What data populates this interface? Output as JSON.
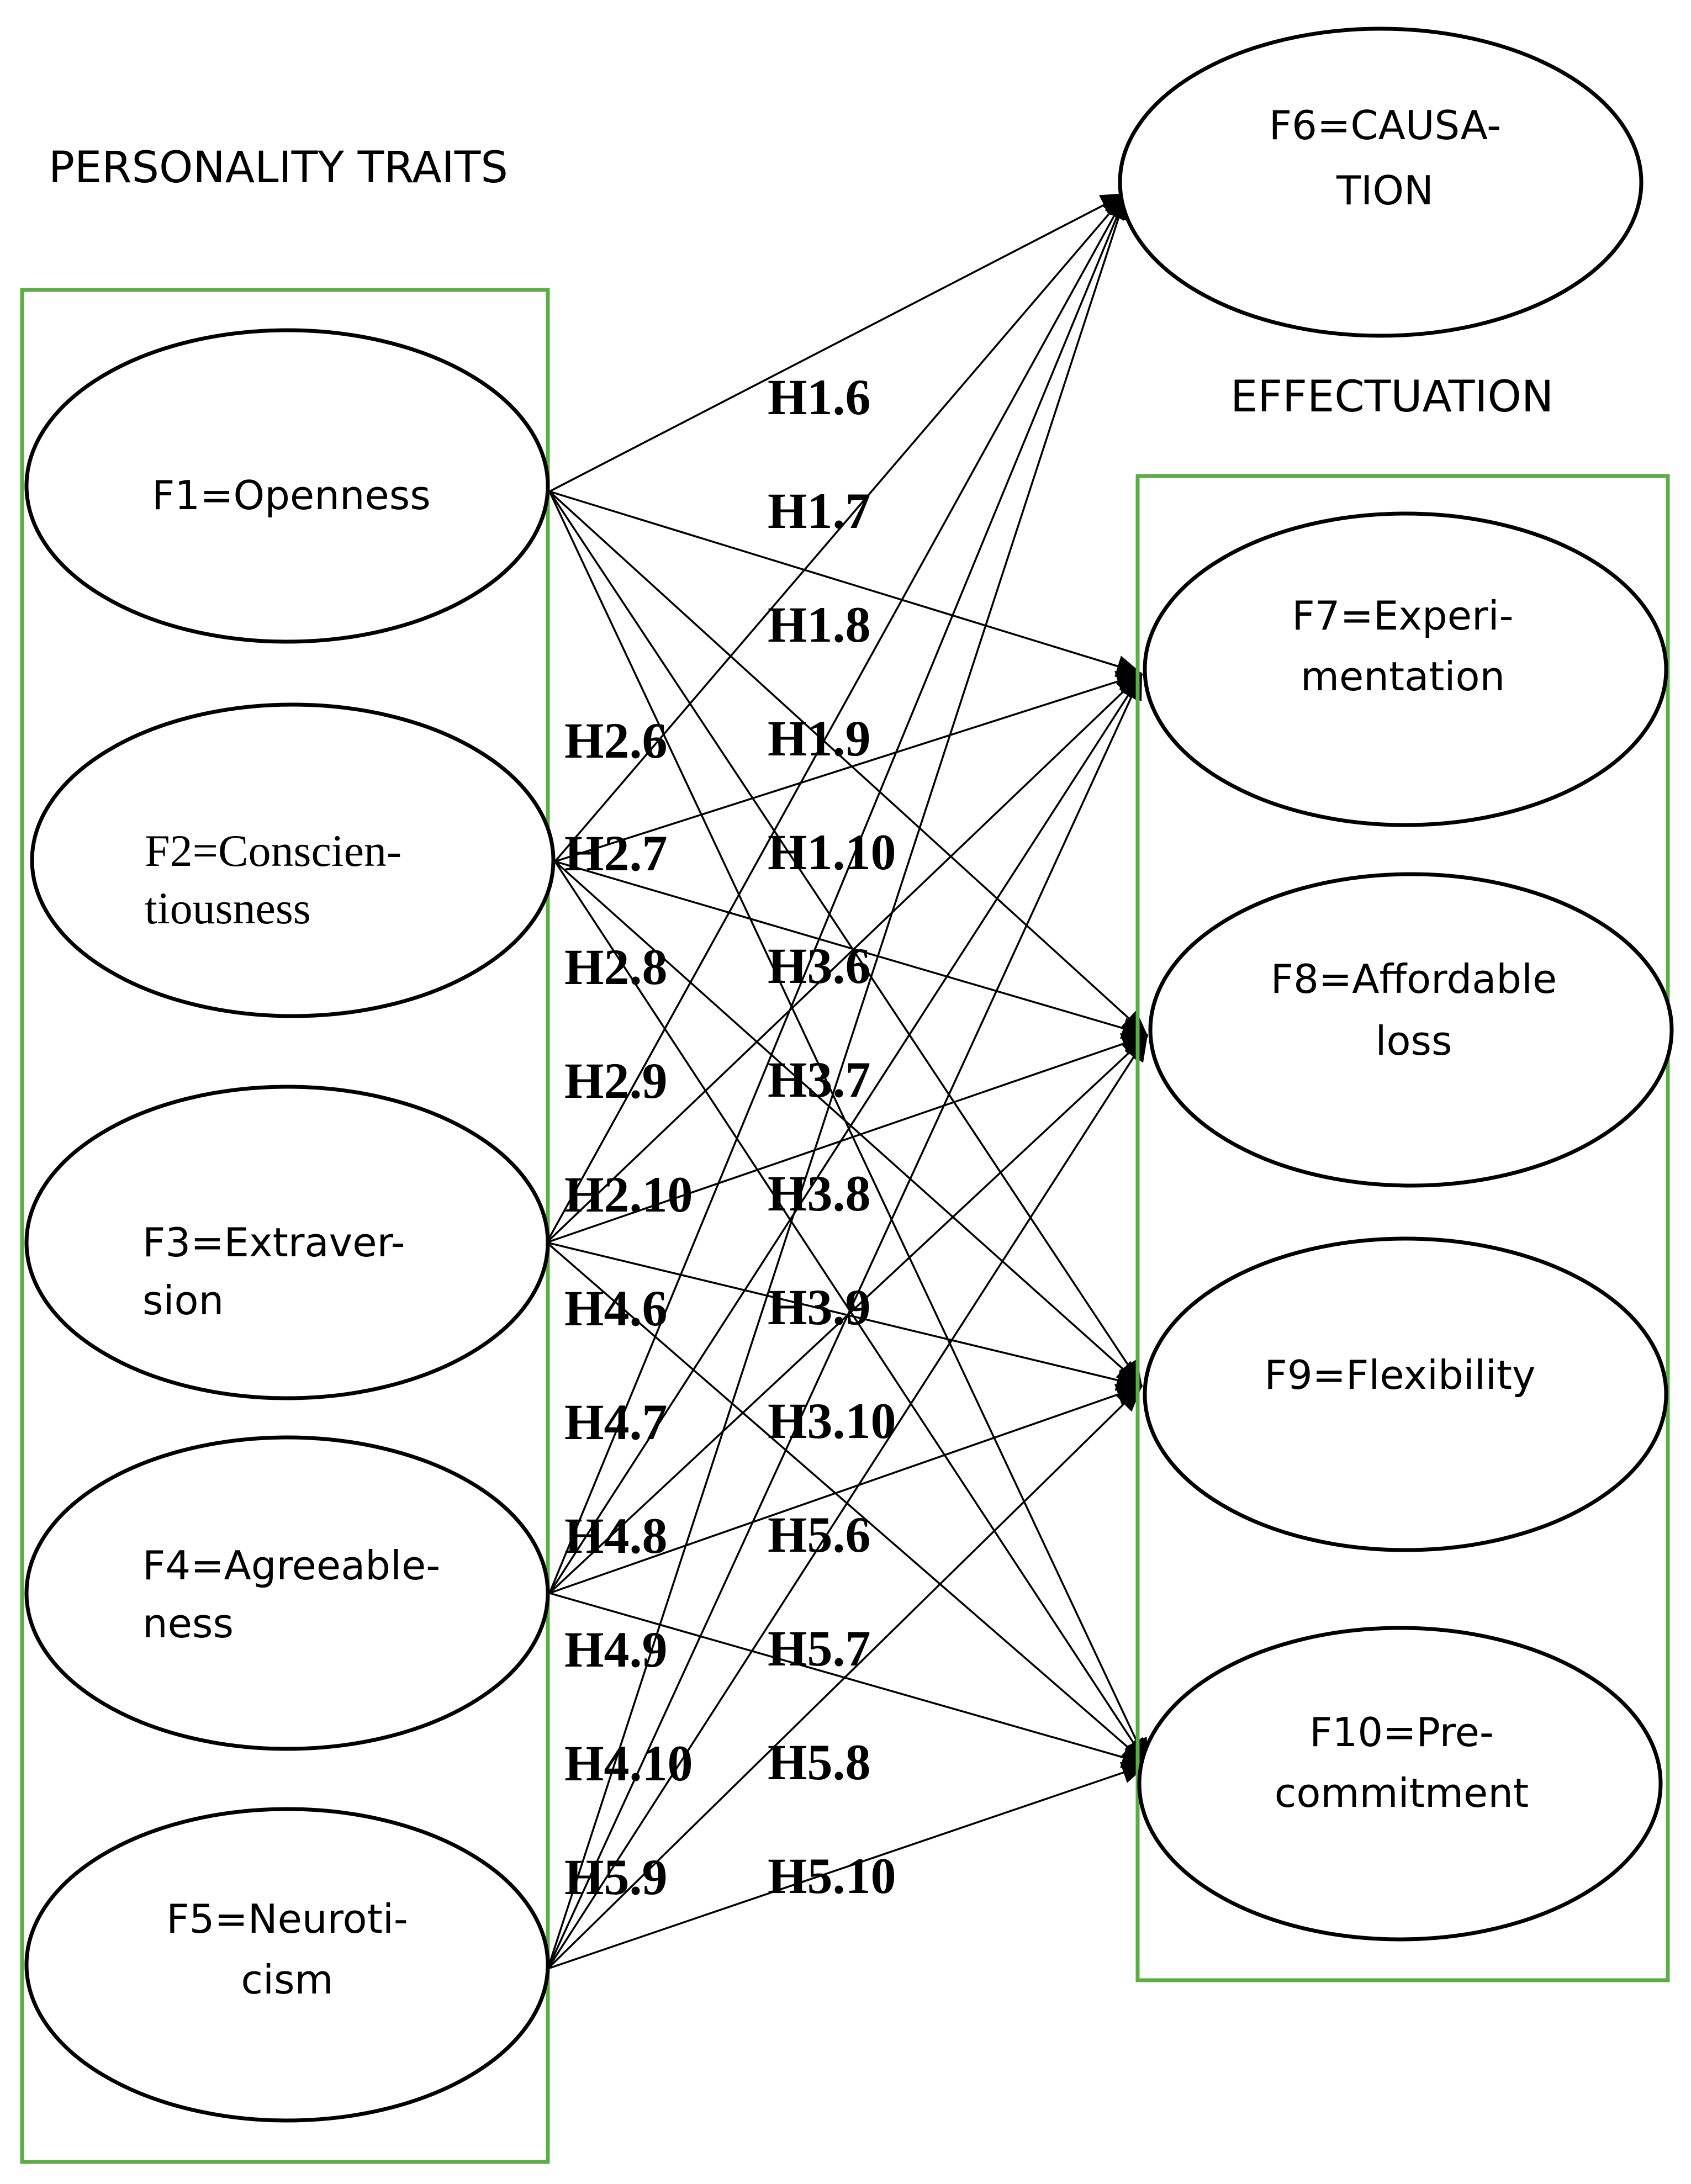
{
  "groups": {
    "left_title": "PERSONALITY TRAITS",
    "right_title": "EFFECTUATION",
    "box_color": "#5BAD45"
  },
  "nodes": {
    "F1": [
      "F1=Openness"
    ],
    "F2": [
      "F2=Conscien-",
      "tiousness"
    ],
    "F3": [
      "F3=Extraver-",
      "sion"
    ],
    "F4": [
      "F4=Agreeable-",
      "ness"
    ],
    "F5": [
      "F5=Neuroti-",
      "cism"
    ],
    "F6": [
      "F6=CAUSA-",
      "TION"
    ],
    "F7": [
      "F7=Experi-",
      "mentation"
    ],
    "F8": [
      "F8=Affordable",
      "loss"
    ],
    "F9": [
      "F9=Flexibility"
    ],
    "F10": [
      "F10=Pre-",
      "commitment"
    ]
  },
  "edges": [
    [
      "F1",
      "F6"
    ],
    [
      "F1",
      "F7"
    ],
    [
      "F1",
      "F8"
    ],
    [
      "F1",
      "F9"
    ],
    [
      "F1",
      "F10"
    ],
    [
      "F2",
      "F6"
    ],
    [
      "F2",
      "F7"
    ],
    [
      "F2",
      "F8"
    ],
    [
      "F2",
      "F9"
    ],
    [
      "F2",
      "F10"
    ],
    [
      "F3",
      "F6"
    ],
    [
      "F3",
      "F7"
    ],
    [
      "F3",
      "F8"
    ],
    [
      "F3",
      "F9"
    ],
    [
      "F3",
      "F10"
    ],
    [
      "F4",
      "F6"
    ],
    [
      "F4",
      "F7"
    ],
    [
      "F4",
      "F8"
    ],
    [
      "F4",
      "F9"
    ],
    [
      "F4",
      "F10"
    ],
    [
      "F5",
      "F6"
    ],
    [
      "F5",
      "F7"
    ],
    [
      "F5",
      "F8"
    ],
    [
      "F5",
      "F9"
    ],
    [
      "F5",
      "F10"
    ]
  ],
  "hypotheses": {
    "left_column": [
      "H2.6",
      "H2.7",
      "H2.8",
      "H2.9",
      "H2.10",
      "H4.6",
      "H4.7",
      "H4.8",
      "H4.9",
      "H4.10",
      "H5.9"
    ],
    "right_column": [
      "H1.6",
      "H1.7",
      "H1.8",
      "H1.9",
      "H1.10",
      "H3.6",
      "H3.7",
      "H3.8",
      "H3.9",
      "H3.10",
      "H5.6",
      "H5.7",
      "H5.8",
      "H5.10"
    ]
  }
}
